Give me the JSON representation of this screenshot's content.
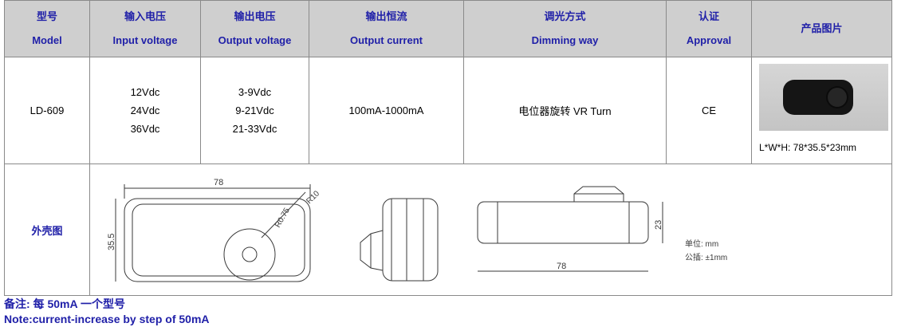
{
  "header": {
    "model": {
      "zh": "型号",
      "en": "Model"
    },
    "input": {
      "zh": "输入电压",
      "en": "Input voltage"
    },
    "output_v": {
      "zh": "输出电压",
      "en": "Output voltage"
    },
    "output_c": {
      "zh": "输出恒流",
      "en": "Output current"
    },
    "dimming": {
      "zh": "调光方式",
      "en": "Dimming way"
    },
    "approval": {
      "zh": "认证",
      "en": "Approval"
    },
    "picture": {
      "zh": "产品图片"
    }
  },
  "row": {
    "model": "LD-609",
    "input_voltages": [
      "12Vdc",
      "24Vdc",
      "36Vdc"
    ],
    "output_voltages": [
      "3-9Vdc",
      "9-21Vdc",
      "21-33Vdc"
    ],
    "output_current": "100mA-1000mA",
    "dimming": "电位器旋转 VR Turn",
    "approval": "CE",
    "dimensions": "L*W*H: 78*35.5*23mm"
  },
  "drawing": {
    "label": "外壳图",
    "dim_78_top": "78",
    "dim_35_5": "35.5",
    "dim_r10": "R10",
    "dim_r0_75": "R0.75",
    "dim_78_bottom": "78",
    "dim_23": "23",
    "unit_note": "单位: mm",
    "tolerance_note": "公插: ±1mm"
  },
  "notes": {
    "zh": "备注: 每 50mA 一个型号",
    "en": "Note:current-increase by step of 50mA"
  }
}
